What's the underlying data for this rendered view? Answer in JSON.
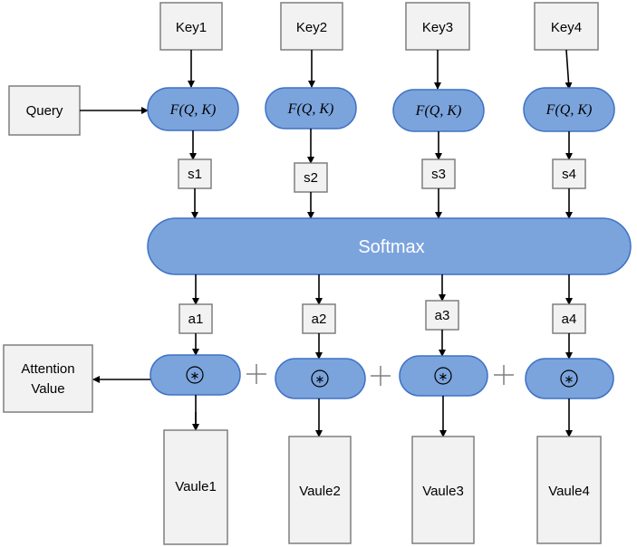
{
  "keys": [
    "Key1",
    "Key2",
    "Key3",
    "Key4"
  ],
  "query": "Query",
  "score_function": "F(Q, K)",
  "scores": [
    "s1",
    "s2",
    "s3",
    "s4"
  ],
  "softmax": "Softmax",
  "weights": [
    "a1",
    "a2",
    "a3",
    "a4"
  ],
  "multiply_symbol": "∗",
  "plus_symbol": "+",
  "values": [
    "Vaule1",
    "Vaule2",
    "Vaule3",
    "Vaule4"
  ],
  "output": [
    "Attention",
    "Value"
  ],
  "colors": {
    "node_fill": "#7ba4dd",
    "node_stroke": "#3f72c4",
    "box_fill": "#f2f2f2",
    "box_stroke": "#7f7f7f"
  }
}
